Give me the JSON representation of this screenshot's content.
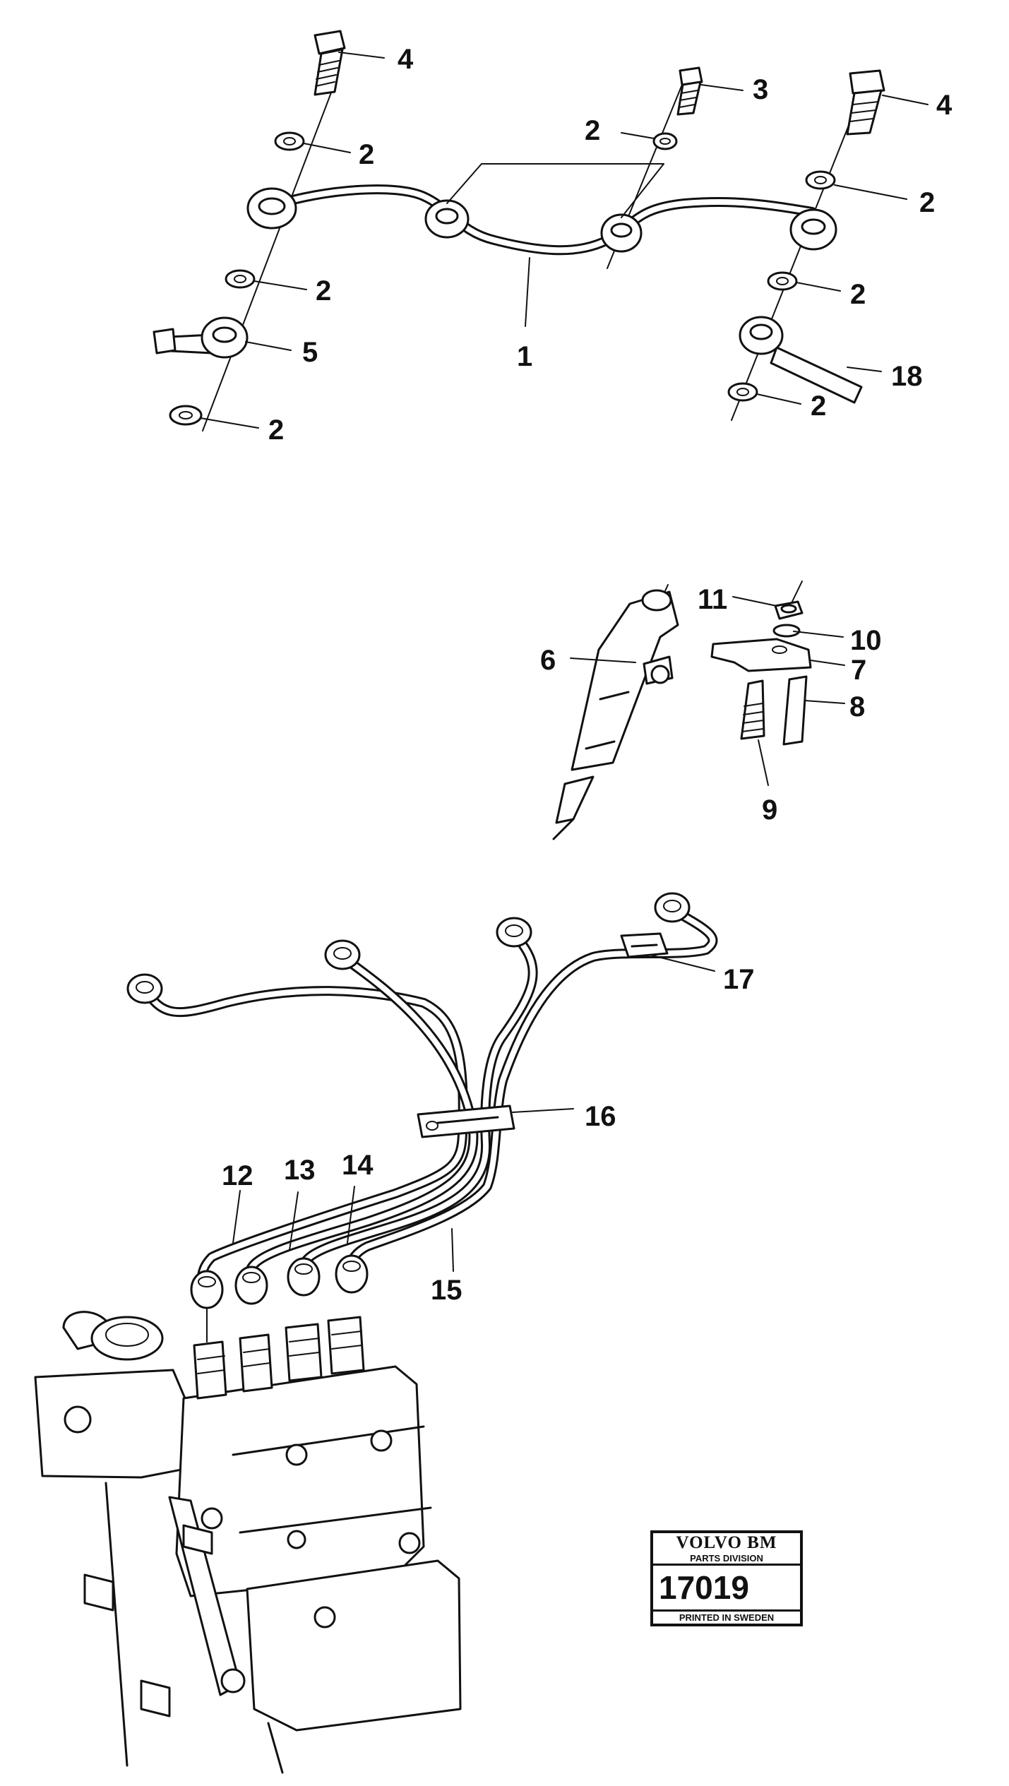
{
  "callouts": [
    {
      "id": "c4a",
      "text": "4"
    },
    {
      "id": "c3",
      "text": "3"
    },
    {
      "id": "c4b",
      "text": "4"
    },
    {
      "id": "c2a",
      "text": "2"
    },
    {
      "id": "c2b",
      "text": "2"
    },
    {
      "id": "c2c",
      "text": "2"
    },
    {
      "id": "c2d",
      "text": "2"
    },
    {
      "id": "c2e",
      "text": "2"
    },
    {
      "id": "c2f",
      "text": "2"
    },
    {
      "id": "c2g",
      "text": "2"
    },
    {
      "id": "c5",
      "text": "5"
    },
    {
      "id": "c1",
      "text": "1"
    },
    {
      "id": "c18",
      "text": "18"
    },
    {
      "id": "c6",
      "text": "6"
    },
    {
      "id": "c11",
      "text": "11"
    },
    {
      "id": "c10",
      "text": "10"
    },
    {
      "id": "c7",
      "text": "7"
    },
    {
      "id": "c8",
      "text": "8"
    },
    {
      "id": "c9",
      "text": "9"
    },
    {
      "id": "c17",
      "text": "17"
    },
    {
      "id": "c16",
      "text": "16"
    },
    {
      "id": "c12",
      "text": "12"
    },
    {
      "id": "c13",
      "text": "13"
    },
    {
      "id": "c14",
      "text": "14"
    },
    {
      "id": "c15",
      "text": "15"
    }
  ],
  "stamp": {
    "brand": "VOLVO BM",
    "division": "PARTS DIVISION",
    "number": "17019",
    "printed": "PRINTED IN SWEDEN"
  }
}
